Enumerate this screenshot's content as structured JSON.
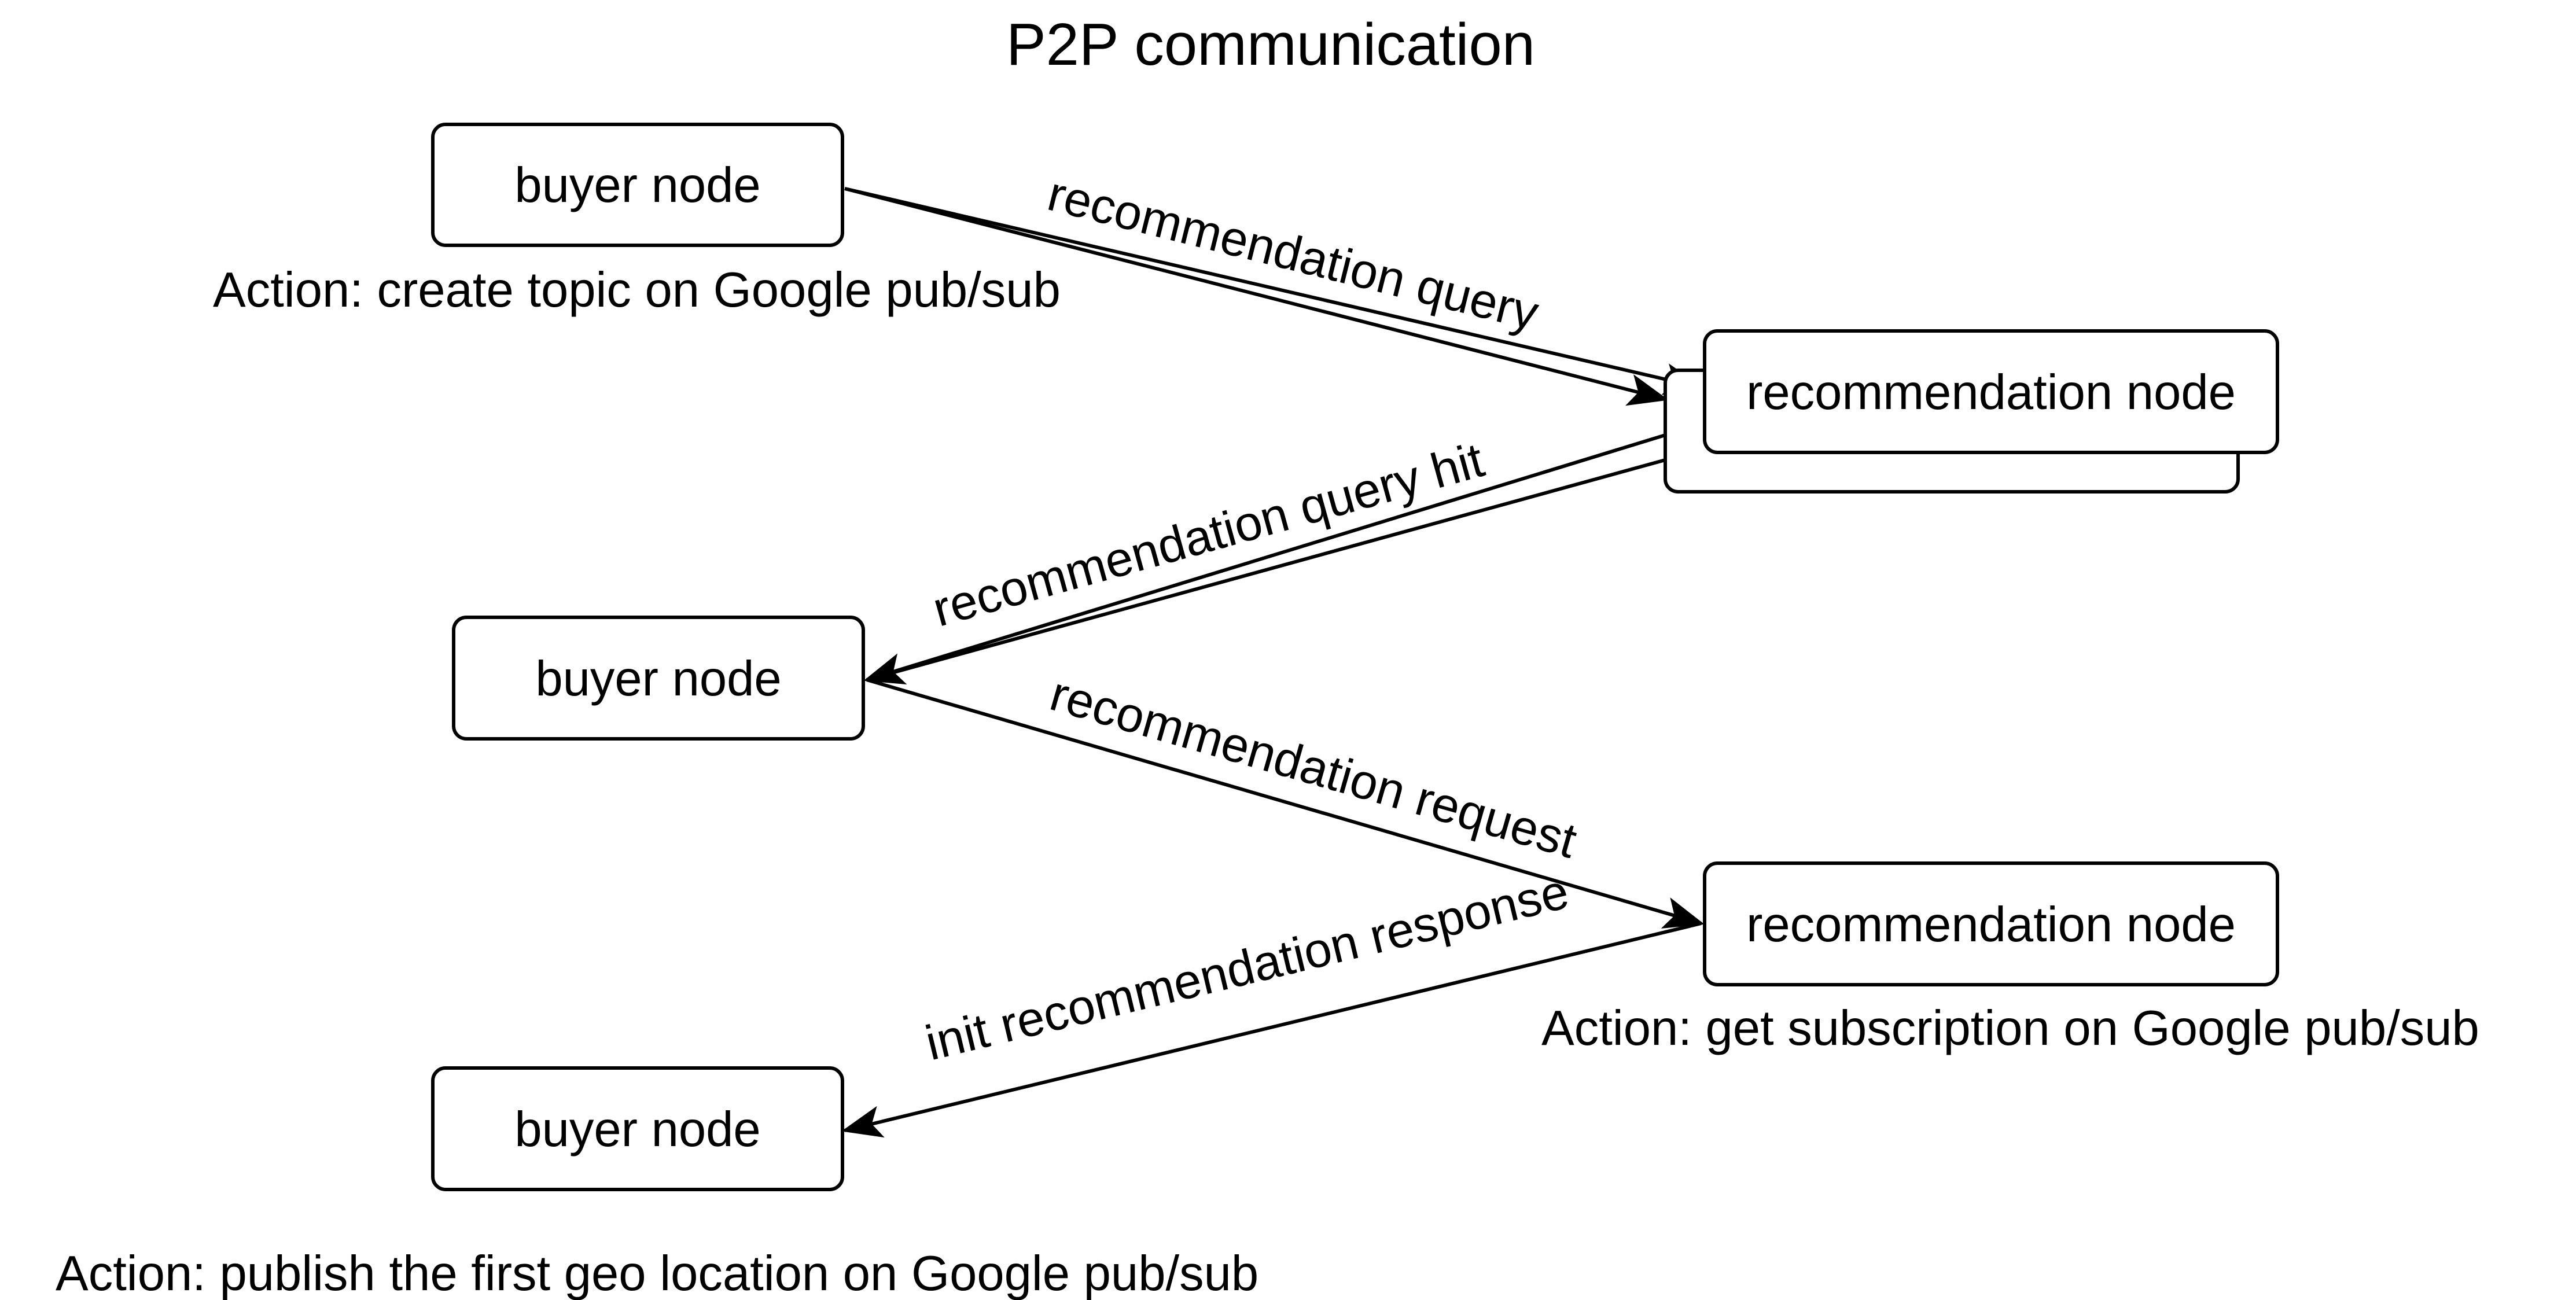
{
  "title": "P2P communication",
  "nodes": {
    "buyer_1": "buyer node",
    "buyer_2": "buyer node",
    "buyer_3": "buyer node",
    "recommendation_1": "recommendation node",
    "recommendation_2": "recommendation node"
  },
  "edges": {
    "query": "recommendation query",
    "query_hit": "recommendation query hit",
    "request": "recommendation request",
    "response": "init recommendation response"
  },
  "actions": {
    "create_topic": "Action: create topic on Google pub/sub",
    "get_subscription": "Action: get subscription on Google pub/sub",
    "publish_geo": "Action: publish the first geo location on Google pub/sub"
  },
  "colors": {
    "stroke": "#000000",
    "background": "#ffffff"
  }
}
